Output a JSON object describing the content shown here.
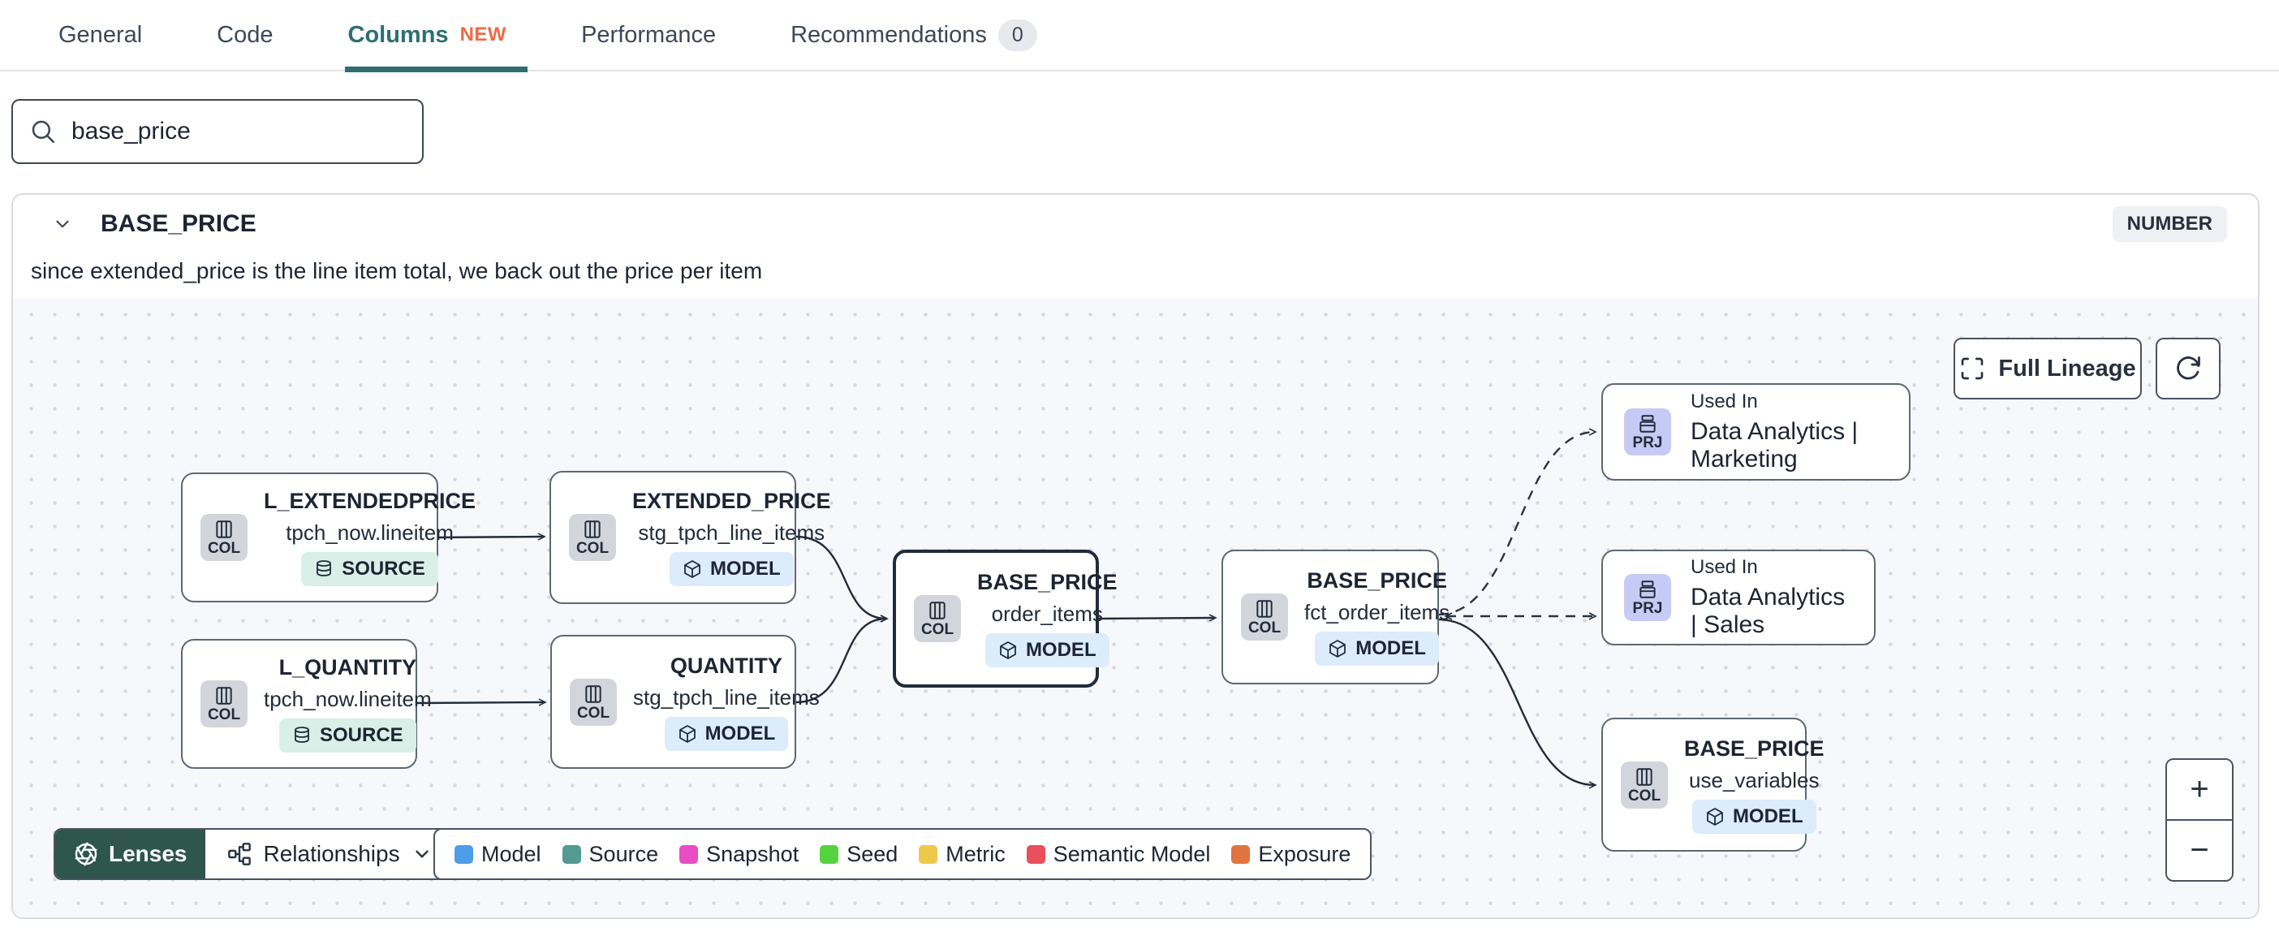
{
  "tabs": {
    "items": [
      {
        "label": "General"
      },
      {
        "label": "Code"
      },
      {
        "label": "Columns",
        "badge": "NEW"
      },
      {
        "label": "Performance"
      },
      {
        "label": "Recommendations",
        "count": "0"
      }
    ]
  },
  "search": {
    "value": "base_price"
  },
  "column_panel": {
    "name": "BASE_PRICE",
    "type_badge": "NUMBER",
    "description": "since extended_price is the line item total, we back out the price per item"
  },
  "lineage": {
    "controls": {
      "full_lineage_label": "Full Lineage",
      "zoom_in": "+",
      "zoom_out": "−"
    },
    "toolbar": {
      "lenses_label": "Lenses",
      "relationships_label": "Relationships"
    },
    "legend": {
      "items": [
        {
          "label": "Model",
          "color": "#4f9ce9"
        },
        {
          "label": "Source",
          "color": "#539a94"
        },
        {
          "label": "Snapshot",
          "color": "#e84dc3"
        },
        {
          "label": "Seed",
          "color": "#55d43f"
        },
        {
          "label": "Metric",
          "color": "#ecc94b"
        },
        {
          "label": "Semantic Model",
          "color": "#ea4f5e"
        },
        {
          "label": "Exposure",
          "color": "#e2733f"
        }
      ]
    },
    "nodes": [
      {
        "title": "L_EXTENDEDPRICE",
        "subtitle": "tpch_now.lineitem",
        "badge": "SOURCE",
        "icon_label": "COL"
      },
      {
        "title": "L_QUANTITY",
        "subtitle": "tpch_now.lineitem",
        "badge": "SOURCE",
        "icon_label": "COL"
      },
      {
        "title": "EXTENDED_PRICE",
        "subtitle": "stg_tpch_line_items",
        "badge": "MODEL",
        "icon_label": "COL"
      },
      {
        "title": "QUANTITY",
        "subtitle": "stg_tpch_line_items",
        "badge": "MODEL",
        "icon_label": "COL"
      },
      {
        "title": "BASE_PRICE",
        "subtitle": "order_items",
        "badge": "MODEL",
        "icon_label": "COL",
        "selected": true
      },
      {
        "title": "BASE_PRICE",
        "subtitle": "fct_order_items",
        "badge": "MODEL",
        "icon_label": "COL"
      },
      {
        "title": "BASE_PRICE",
        "subtitle": "use_variables",
        "badge": "MODEL",
        "icon_label": "COL"
      }
    ],
    "project_nodes": [
      {
        "kicker": "Used In",
        "title": "Data Analytics | Marketing",
        "icon_label": "PRJ"
      },
      {
        "kicker": "Used In",
        "title": "Data Analytics | Sales",
        "icon_label": "PRJ"
      }
    ]
  },
  "colors": {
    "active_tab": "#2c6f72",
    "new_badge": "#ed6a45",
    "lenses_button": "#2e564b",
    "selected_node_border": "#222b3a"
  }
}
